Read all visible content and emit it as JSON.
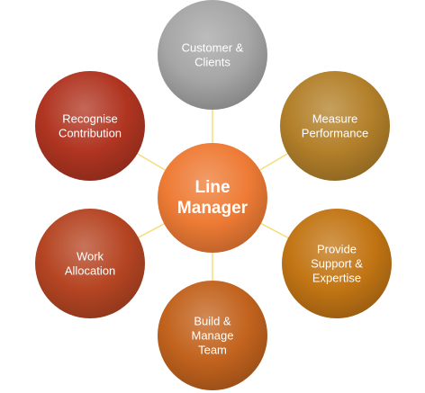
{
  "center": {
    "lines": [
      "Line",
      "Manager"
    ],
    "color": "#EE7B35"
  },
  "nodes": [
    {
      "key": "customer",
      "lines": [
        "Customer &",
        "Clients"
      ],
      "color": "#A6A6A6"
    },
    {
      "key": "measure",
      "lines": [
        "Measure",
        "Performance"
      ],
      "color": "#B3802A"
    },
    {
      "key": "support",
      "lines": [
        "Provide",
        "Support &",
        "Expertise"
      ],
      "color": "#C27514"
    },
    {
      "key": "team",
      "lines": [
        "Build &",
        "Manage",
        "Team"
      ],
      "color": "#C2631E"
    },
    {
      "key": "work",
      "lines": [
        "Work",
        "Allocation"
      ],
      "color": "#B54523"
    },
    {
      "key": "recognise",
      "lines": [
        "Recognise",
        "Contribution"
      ],
      "color": "#B03521"
    }
  ],
  "connector_color": "#F5DD7A"
}
